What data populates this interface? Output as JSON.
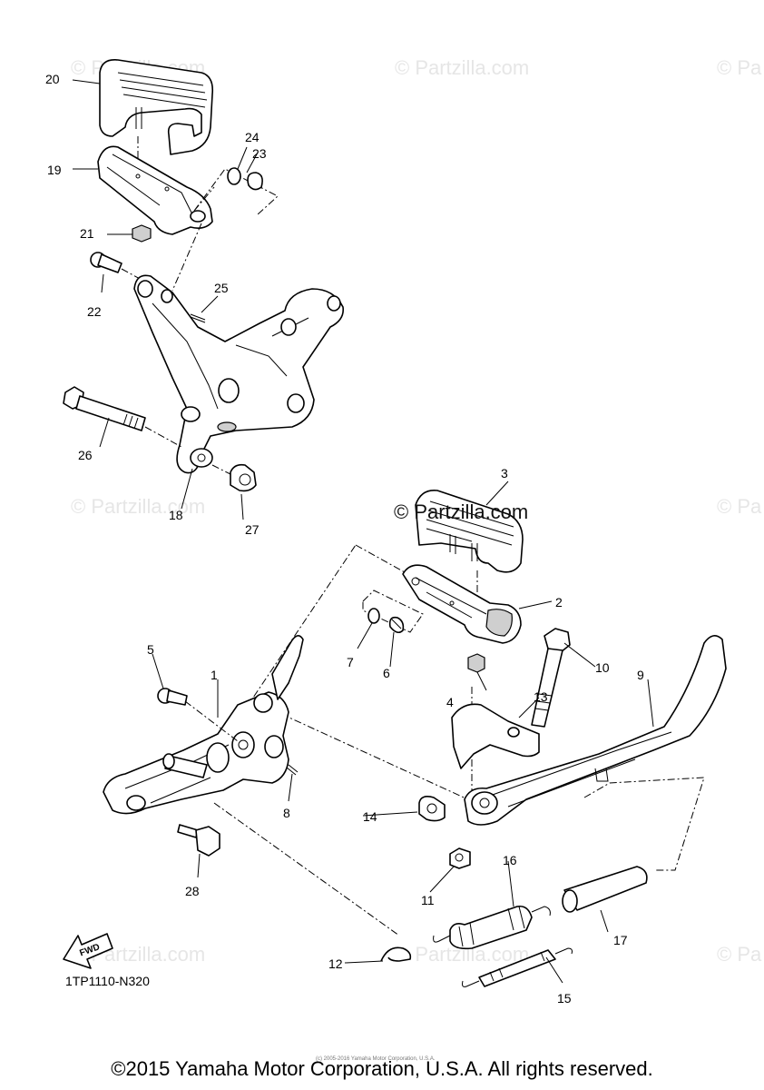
{
  "watermarks": {
    "faint": "© Partzilla.com",
    "faint_right": "© Pa",
    "prominent": "© Partzilla.com"
  },
  "callouts": {
    "c1": "1",
    "c2": "2",
    "c3": "3",
    "c4": "4",
    "c5": "5",
    "c6": "6",
    "c7": "7",
    "c8": "8",
    "c9": "9",
    "c10": "10",
    "c11": "11",
    "c12": "12",
    "c13": "13",
    "c14": "14",
    "c15": "15",
    "c16": "16",
    "c17": "17",
    "c18": "18",
    "c19": "19",
    "c20": "20",
    "c21": "21",
    "c22": "22",
    "c23": "23",
    "c24": "24",
    "c25": "25",
    "c26": "26",
    "c27": "27",
    "c28": "28"
  },
  "fwd_label": "FWD",
  "part_number": "1TP1110-N320",
  "small_copyright": "(c) 2005-2016 Yamaha Motor Corporation, U.S.A.",
  "copyright": "©2015 Yamaha Motor Corporation, U.S.A. All rights reserved."
}
